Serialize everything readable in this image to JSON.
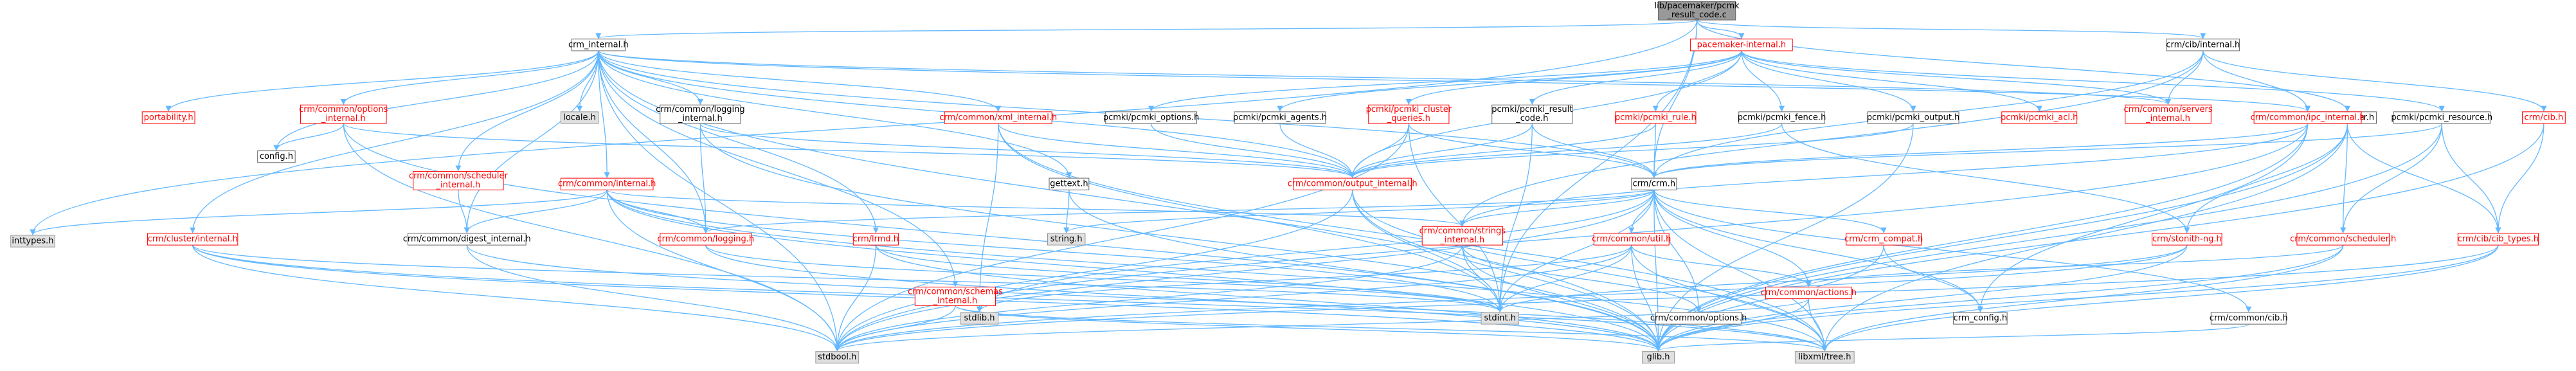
{
  "colors": {
    "edge": "#63b8ff",
    "root_fill": "#999999",
    "missing_fill": "#e0e0e0",
    "link_text": "#ff0000"
  },
  "nodes": [
    {
      "id": "root",
      "lines": [
        "lib/pacemaker/pcmk",
        "_result_code.c"
      ],
      "style": "root"
    },
    {
      "id": "crm_internal",
      "lines": [
        "crm_internal.h"
      ],
      "style": "white"
    },
    {
      "id": "inttypes",
      "lines": [
        "inttypes.h"
      ],
      "style": "gray"
    },
    {
      "id": "pacemaker_internal",
      "lines": [
        "pacemaker-internal.h"
      ],
      "style": "red"
    },
    {
      "id": "cib_internal",
      "lines": [
        "crm/cib/internal.h"
      ],
      "style": "white"
    },
    {
      "id": "pacemaker_h",
      "lines": [
        "pacemaker.h"
      ],
      "style": "white"
    },
    {
      "id": "portability",
      "lines": [
        "portability.h"
      ],
      "style": "red"
    },
    {
      "id": "options_internal",
      "lines": [
        "crm/common/options",
        "_internal.h"
      ],
      "style": "red"
    },
    {
      "id": "config",
      "lines": [
        "config.h"
      ],
      "style": "white"
    },
    {
      "id": "locale",
      "lines": [
        "locale.h"
      ],
      "style": "gray"
    },
    {
      "id": "logging_internal",
      "lines": [
        "crm/common/logging",
        "_internal.h"
      ],
      "style": "white"
    },
    {
      "id": "xml_internal",
      "lines": [
        "crm/common/xml_internal.h"
      ],
      "style": "red"
    },
    {
      "id": "pcmki_options",
      "lines": [
        "pcmki/pcmki_options.h"
      ],
      "style": "white"
    },
    {
      "id": "pcmki_agents",
      "lines": [
        "pcmki/pcmki_agents.h"
      ],
      "style": "white"
    },
    {
      "id": "pcmki_cluster_queries",
      "lines": [
        "pcmki/pcmki_cluster",
        "_queries.h"
      ],
      "style": "red"
    },
    {
      "id": "pcmki_result_code",
      "lines": [
        "pcmki/pcmki_result",
        "_code.h"
      ],
      "style": "white"
    },
    {
      "id": "pcmki_rule",
      "lines": [
        "pcmki/pcmki_rule.h"
      ],
      "style": "red"
    },
    {
      "id": "pcmki_fence",
      "lines": [
        "pcmki/pcmki_fence.h"
      ],
      "style": "white"
    },
    {
      "id": "pcmki_output",
      "lines": [
        "pcmki/pcmki_output.h"
      ],
      "style": "white"
    },
    {
      "id": "pcmki_acl",
      "lines": [
        "pcmki/pcmki_acl.h"
      ],
      "style": "red"
    },
    {
      "id": "servers_internal",
      "lines": [
        "crm/common/servers",
        "_internal.h"
      ],
      "style": "red"
    },
    {
      "id": "ipc_internal",
      "lines": [
        "crm/common/ipc_internal.h"
      ],
      "style": "red"
    },
    {
      "id": "pcmki_resource",
      "lines": [
        "pcmki/pcmki_resource.h"
      ],
      "style": "white"
    },
    {
      "id": "cib_h",
      "lines": [
        "crm/cib.h"
      ],
      "style": "red"
    },
    {
      "id": "scheduler_internal",
      "lines": [
        "crm/common/scheduler",
        "_internal.h"
      ],
      "style": "red"
    },
    {
      "id": "common_internal",
      "lines": [
        "crm/common/internal.h"
      ],
      "style": "red"
    },
    {
      "id": "gettext",
      "lines": [
        "gettext.h"
      ],
      "style": "white"
    },
    {
      "id": "output_internal",
      "lines": [
        "crm/common/output_internal.h"
      ],
      "style": "red"
    },
    {
      "id": "crm_h",
      "lines": [
        "crm/crm.h"
      ],
      "style": "white"
    },
    {
      "id": "cluster_internal",
      "lines": [
        "crm/cluster/internal.h"
      ],
      "style": "red"
    },
    {
      "id": "digest_internal",
      "lines": [
        "crm/common/digest_internal.h"
      ],
      "style": "white"
    },
    {
      "id": "logging_h",
      "lines": [
        "crm/common/logging.h"
      ],
      "style": "red"
    },
    {
      "id": "lrmd",
      "lines": [
        "crm/lrmd.h"
      ],
      "style": "red"
    },
    {
      "id": "string_h",
      "lines": [
        "string.h"
      ],
      "style": "gray"
    },
    {
      "id": "strings_internal",
      "lines": [
        "crm/common/strings",
        "_internal.h"
      ],
      "style": "red"
    },
    {
      "id": "util_h",
      "lines": [
        "crm/common/util.h"
      ],
      "style": "red"
    },
    {
      "id": "crm_compat",
      "lines": [
        "crm/crm_compat.h"
      ],
      "style": "red"
    },
    {
      "id": "stonith_ng",
      "lines": [
        "crm/stonith-ng.h"
      ],
      "style": "red"
    },
    {
      "id": "scheduler_h",
      "lines": [
        "crm/common/scheduler.h"
      ],
      "style": "red"
    },
    {
      "id": "cib_types",
      "lines": [
        "crm/cib/cib_types.h"
      ],
      "style": "red"
    },
    {
      "id": "schemas_internal",
      "lines": [
        "crm/common/schemas",
        "_internal.h"
      ],
      "style": "red"
    },
    {
      "id": "stdlib",
      "lines": [
        "stdlib.h"
      ],
      "style": "gray"
    },
    {
      "id": "stdint",
      "lines": [
        "stdint.h"
      ],
      "style": "gray"
    },
    {
      "id": "common_options",
      "lines": [
        "crm/common/options.h"
      ],
      "style": "white"
    },
    {
      "id": "actions_h",
      "lines": [
        "crm/common/actions.h"
      ],
      "style": "red"
    },
    {
      "id": "crm_config",
      "lines": [
        "crm_config.h"
      ],
      "style": "white"
    },
    {
      "id": "common_cib",
      "lines": [
        "crm/common/cib.h"
      ],
      "style": "white"
    },
    {
      "id": "stdbool",
      "lines": [
        "stdbool.h"
      ],
      "style": "gray"
    },
    {
      "id": "glib",
      "lines": [
        "glib.h"
      ],
      "style": "gray"
    },
    {
      "id": "libxml_tree",
      "lines": [
        "libxml/tree.h"
      ],
      "style": "gray"
    }
  ],
  "edges": [
    [
      "root",
      "crm_internal"
    ],
    [
      "root",
      "inttypes"
    ],
    [
      "root",
      "pacemaker_internal"
    ],
    [
      "root",
      "cib_internal"
    ],
    [
      "root",
      "pacemaker_h"
    ],
    [
      "root",
      "crm_h"
    ],
    [
      "root",
      "stdint"
    ],
    [
      "crm_internal",
      "portability"
    ],
    [
      "crm_internal",
      "options_internal"
    ],
    [
      "crm_internal",
      "config"
    ],
    [
      "crm_internal",
      "locale"
    ],
    [
      "crm_internal",
      "logging_internal"
    ],
    [
      "crm_internal",
      "xml_internal"
    ],
    [
      "crm_internal",
      "common_internal"
    ],
    [
      "crm_internal",
      "gettext"
    ],
    [
      "crm_internal",
      "output_internal"
    ],
    [
      "crm_internal",
      "cluster_internal"
    ],
    [
      "crm_internal",
      "digest_internal"
    ],
    [
      "crm_internal",
      "logging_h"
    ],
    [
      "crm_internal",
      "lrmd"
    ],
    [
      "crm_internal",
      "schemas_internal"
    ],
    [
      "crm_internal",
      "ipc_internal"
    ],
    [
      "crm_internal",
      "servers_internal"
    ],
    [
      "crm_internal",
      "scheduler_internal"
    ],
    [
      "crm_internal",
      "glib"
    ],
    [
      "crm_internal",
      "stdbool"
    ],
    [
      "crm_internal",
      "crm_h"
    ],
    [
      "pacemaker_internal",
      "pcmki_options"
    ],
    [
      "pacemaker_internal",
      "pcmki_agents"
    ],
    [
      "pacemaker_internal",
      "pcmki_cluster_queries"
    ],
    [
      "pacemaker_internal",
      "pcmki_result_code"
    ],
    [
      "pacemaker_internal",
      "pcmki_rule"
    ],
    [
      "pacemaker_internal",
      "pcmki_fence"
    ],
    [
      "pacemaker_internal",
      "pcmki_output"
    ],
    [
      "pacemaker_internal",
      "pcmki_acl"
    ],
    [
      "pacemaker_internal",
      "servers_internal"
    ],
    [
      "pacemaker_internal",
      "pcmki_resource"
    ],
    [
      "pacemaker_internal",
      "output_internal"
    ],
    [
      "cib_internal",
      "crm_h"
    ],
    [
      "cib_internal",
      "cib_h"
    ],
    [
      "cib_internal",
      "ipc_internal"
    ],
    [
      "cib_internal",
      "servers_internal"
    ],
    [
      "cib_internal",
      "strings_internal"
    ],
    [
      "pacemaker_h",
      "scheduler_h"
    ],
    [
      "pacemaker_h",
      "cib_types"
    ],
    [
      "pacemaker_h",
      "stonith_ng"
    ],
    [
      "pacemaker_h",
      "glib"
    ],
    [
      "pacemaker_h",
      "libxml_tree"
    ],
    [
      "options_internal",
      "config"
    ],
    [
      "options_internal",
      "output_internal"
    ],
    [
      "options_internal",
      "glib"
    ],
    [
      "options_internal",
      "stdbool"
    ],
    [
      "logging_internal",
      "logging_h"
    ],
    [
      "logging_internal",
      "output_internal"
    ],
    [
      "logging_internal",
      "glib"
    ],
    [
      "xml_internal",
      "output_internal"
    ],
    [
      "xml_internal",
      "stdlib"
    ],
    [
      "xml_internal",
      "stdint"
    ],
    [
      "xml_internal",
      "libxml_tree"
    ],
    [
      "pcmki_options",
      "output_internal"
    ],
    [
      "pcmki_agents",
      "output_internal"
    ],
    [
      "pcmki_cluster_queries",
      "output_internal"
    ],
    [
      "pcmki_cluster_queries",
      "stdbool"
    ],
    [
      "pcmki_cluster_queries",
      "stdint"
    ],
    [
      "pcmki_cluster_queries",
      "crm_h"
    ],
    [
      "pcmki_result_code",
      "output_internal"
    ],
    [
      "pcmki_result_code",
      "stdint"
    ],
    [
      "pcmki_result_code",
      "crm_h"
    ],
    [
      "pcmki_rule",
      "output_internal"
    ],
    [
      "pcmki_rule",
      "crm_h"
    ],
    [
      "pcmki_fence",
      "output_internal"
    ],
    [
      "pcmki_fence",
      "stonith_ng"
    ],
    [
      "pcmki_output",
      "output_internal"
    ],
    [
      "pcmki_output",
      "glib"
    ],
    [
      "ipc_internal",
      "crm_h"
    ],
    [
      "ipc_internal",
      "glib"
    ],
    [
      "ipc_internal",
      "stdbool"
    ],
    [
      "ipc_internal",
      "crm_config"
    ],
    [
      "ipc_internal",
      "strings_internal"
    ],
    [
      "pcmki_resource",
      "crm_h"
    ],
    [
      "pcmki_resource",
      "cib_types"
    ],
    [
      "pcmki_resource",
      "scheduler_h"
    ],
    [
      "pcmki_resource",
      "glib"
    ],
    [
      "cib_h",
      "cib_types"
    ],
    [
      "cib_h",
      "glib"
    ],
    [
      "scheduler_internal",
      "digest_internal"
    ],
    [
      "common_internal",
      "inttypes"
    ],
    [
      "common_internal",
      "logging_h"
    ],
    [
      "common_internal",
      "digest_internal"
    ],
    [
      "common_internal",
      "strings_internal"
    ],
    [
      "common_internal",
      "stdint"
    ],
    [
      "common_internal",
      "glib"
    ],
    [
      "common_internal",
      "stdbool"
    ],
    [
      "common_internal",
      "libxml_tree"
    ],
    [
      "gettext",
      "string_h"
    ],
    [
      "gettext",
      "glib"
    ],
    [
      "output_internal",
      "stdint"
    ],
    [
      "output_internal",
      "stdbool"
    ],
    [
      "output_internal",
      "glib"
    ],
    [
      "output_internal",
      "libxml_tree"
    ],
    [
      "crm_h",
      "string_h"
    ],
    [
      "crm_h",
      "strings_internal"
    ],
    [
      "crm_h",
      "util_h"
    ],
    [
      "crm_h",
      "crm_compat"
    ],
    [
      "crm_h",
      "stdlib"
    ],
    [
      "crm_h",
      "stdint"
    ],
    [
      "crm_h",
      "stdbool"
    ],
    [
      "crm_h",
      "glib"
    ],
    [
      "crm_h",
      "libxml_tree"
    ],
    [
      "crm_h",
      "crm_config"
    ],
    [
      "crm_h",
      "common_options"
    ],
    [
      "crm_h",
      "actions_h"
    ],
    [
      "crm_h",
      "common_cib"
    ],
    [
      "crm_h",
      "logging_h"
    ],
    [
      "cluster_internal",
      "stdint"
    ],
    [
      "cluster_internal",
      "glib"
    ],
    [
      "cluster_internal",
      "stdbool"
    ],
    [
      "cluster_internal",
      "libxml_tree"
    ],
    [
      "digest_internal",
      "stdbool"
    ],
    [
      "digest_internal",
      "libxml_tree"
    ],
    [
      "logging_h",
      "stdint"
    ],
    [
      "logging_h",
      "glib"
    ],
    [
      "lrmd",
      "stdbool"
    ],
    [
      "lrmd",
      "glib"
    ],
    [
      "lrmd",
      "stdint"
    ],
    [
      "strings_internal",
      "stdint"
    ],
    [
      "strings_internal",
      "glib"
    ],
    [
      "strings_internal",
      "stdbool"
    ],
    [
      "strings_internal",
      "common_options"
    ],
    [
      "util_h",
      "stdint"
    ],
    [
      "util_h",
      "stdlib"
    ],
    [
      "util_h",
      "glib"
    ],
    [
      "util_h",
      "stdbool"
    ],
    [
      "util_h",
      "libxml_tree"
    ],
    [
      "util_h",
      "actions_h"
    ],
    [
      "crm_compat",
      "crm_config"
    ],
    [
      "crm_compat",
      "glib"
    ],
    [
      "stonith_ng",
      "stdint"
    ],
    [
      "stonith_ng",
      "glib"
    ],
    [
      "stonith_ng",
      "stdbool"
    ],
    [
      "scheduler_h",
      "actions_h"
    ],
    [
      "scheduler_h",
      "glib"
    ],
    [
      "scheduler_h",
      "libxml_tree"
    ],
    [
      "cib_types",
      "glib"
    ],
    [
      "cib_types",
      "libxml_tree"
    ],
    [
      "cib_types",
      "stdbool"
    ],
    [
      "schemas_internal",
      "glib"
    ],
    [
      "schemas_internal",
      "libxml_tree"
    ],
    [
      "schemas_internal",
      "stdbool"
    ],
    [
      "actions_h",
      "stdbool"
    ],
    [
      "actions_h",
      "glib"
    ],
    [
      "actions_h",
      "libxml_tree"
    ],
    [
      "common_cib",
      "glib"
    ]
  ]
}
